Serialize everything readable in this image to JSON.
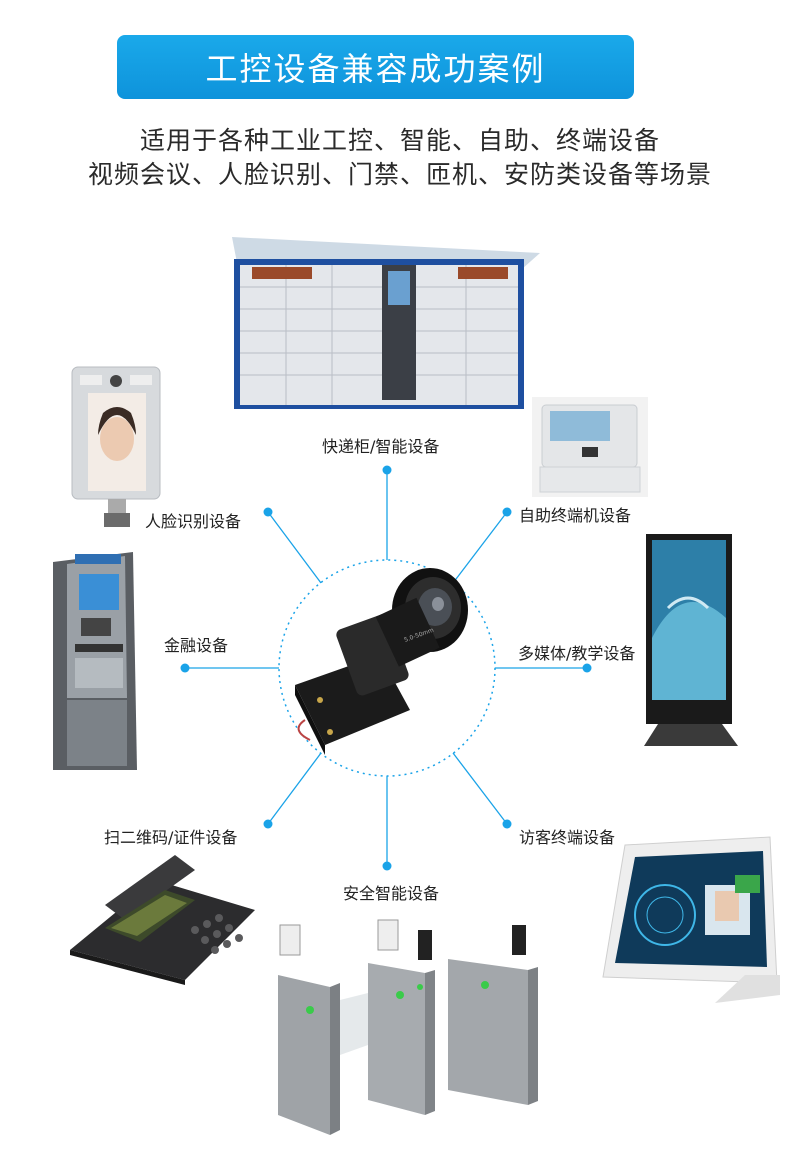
{
  "header": {
    "title": "工控设备兼容成功案例",
    "subtitle_line1": "适用于各种工业工控、智能、自助、终端设备",
    "subtitle_line2": "视频会议、人脸识别、门禁、匝机、安防类设备等场景"
  },
  "center": {
    "icon": "camera-module-icon"
  },
  "devices": [
    {
      "label": "快递柜/智能设备",
      "icon": "parcel-locker-icon"
    },
    {
      "label": "自助终端机设备",
      "icon": "self-service-kiosk-icon"
    },
    {
      "label": "人脸识别设备",
      "icon": "face-recognition-terminal-icon"
    },
    {
      "label": "金融设备",
      "icon": "atm-icon"
    },
    {
      "label": "多媒体/教学设备",
      "icon": "vertical-display-icon"
    },
    {
      "label": "扫二维码/证件设备",
      "icon": "pos-terminal-icon"
    },
    {
      "label": "访客终端设备",
      "icon": "visitor-terminal-icon"
    },
    {
      "label": "安全智能设备",
      "icon": "turnstile-gate-icon"
    }
  ],
  "colors": {
    "accent": "#1aa3e8",
    "banner": "#0e93db"
  }
}
